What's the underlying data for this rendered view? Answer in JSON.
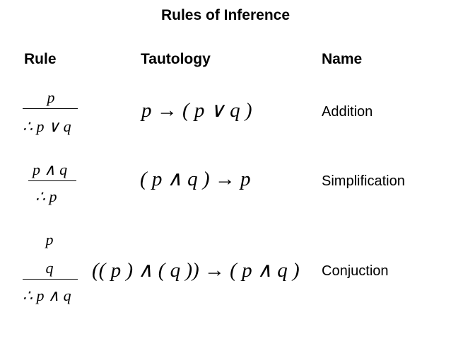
{
  "title": "Rules of Inference",
  "headers": {
    "rule": "Rule",
    "tautology": "Tautology",
    "name": "Name"
  },
  "rows": [
    {
      "premises": [
        "p"
      ],
      "conclusion": "∴ p ∨ q",
      "tautology": "p → ( p ∨ q )",
      "name": "Addition"
    },
    {
      "premises": [
        "p ∧ q"
      ],
      "conclusion": "∴ p",
      "tautology": "( p ∧ q ) → p",
      "name": "Simplification"
    },
    {
      "premises": [
        "p",
        "q"
      ],
      "conclusion": "∴ p ∧ q",
      "tautology": "(( p ) ∧ ( q )) → ( p ∧ q )",
      "name": "Conjuction"
    }
  ]
}
